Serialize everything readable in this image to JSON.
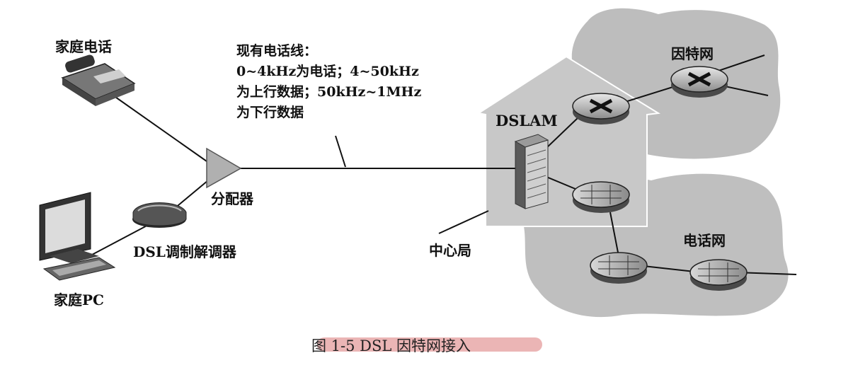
{
  "labels": {
    "home_phone": "家庭电话",
    "home_pc": "家庭PC",
    "splitter": "分配器",
    "dsl_modem": "DSL调制解调器",
    "dslam": "DSLAM",
    "central_office": "中心局",
    "internet": "因特网",
    "telephone_network": "电话网"
  },
  "line_note": [
    "现有电话线：",
    "0~4kHz为电话；4~50kHz",
    "为上行数据；50kHz~1MHz",
    "为下行数据"
  ],
  "caption": "图 1-5   DSL 因特网接入",
  "colors": {
    "cloud": "#b9b9b9",
    "house": "#c9c9c9",
    "device": "#8a8a8a",
    "highlight": "#e8a8a8"
  }
}
